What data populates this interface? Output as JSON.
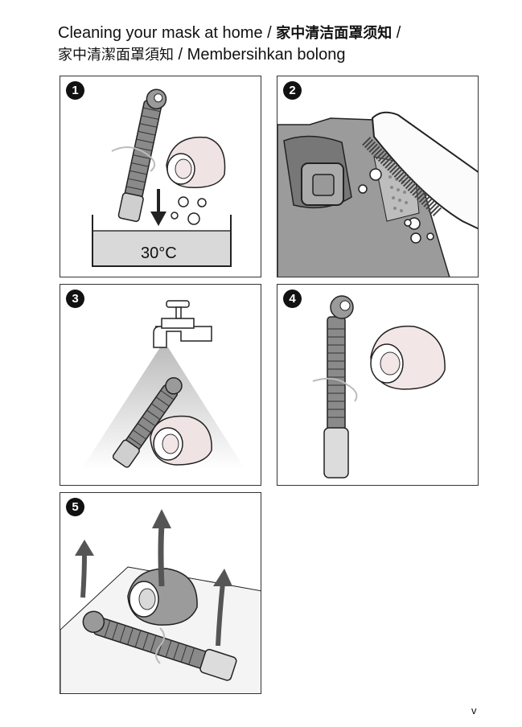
{
  "title": {
    "line1_en": "Cleaning your mask at home / ",
    "line1_zh": "家中清洁面罩须知",
    "line1_sep": " /",
    "line2_zh": "家中清潔面罩須知",
    "line2_ms": " / Membersihkan bolong"
  },
  "steps": [
    {
      "number": "1",
      "temperature": "30°C"
    },
    {
      "number": "2"
    },
    {
      "number": "3"
    },
    {
      "number": "4"
    },
    {
      "number": "5"
    }
  ],
  "page_number": "v"
}
